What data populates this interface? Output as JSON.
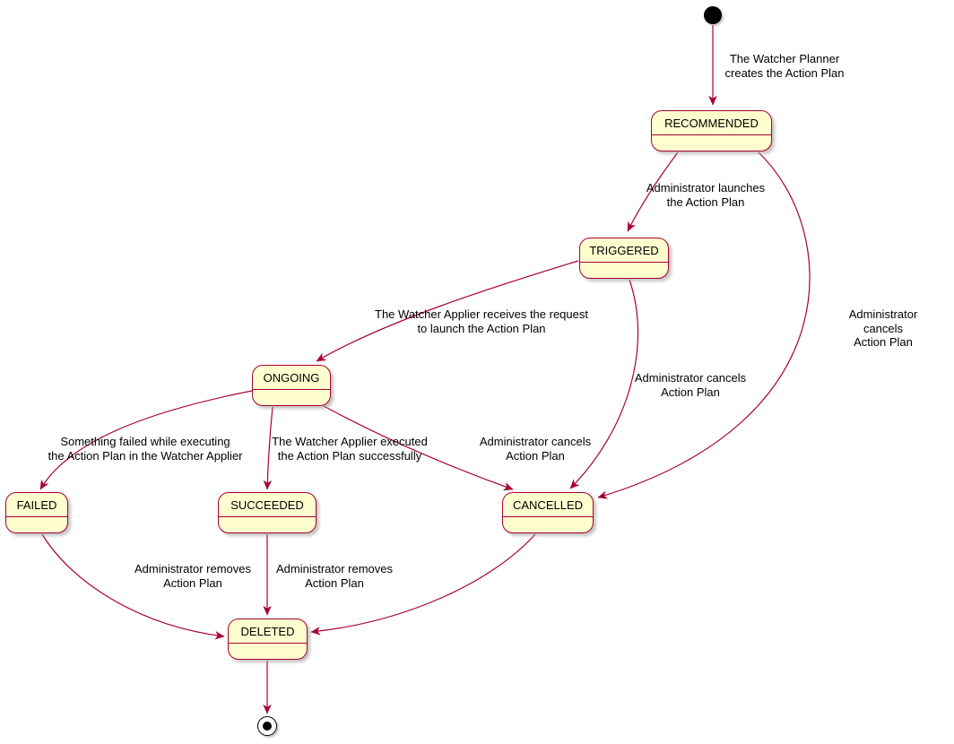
{
  "diagram": {
    "type": "state-machine",
    "colors": {
      "state_fill": "#FEFECE",
      "state_border": "#A80036",
      "edge": "#A80036",
      "background": "#FFFFFF"
    },
    "states": [
      {
        "id": "recommended",
        "label": "RECOMMENDED"
      },
      {
        "id": "triggered",
        "label": "TRIGGERED"
      },
      {
        "id": "ongoing",
        "label": "ONGOING"
      },
      {
        "id": "failed",
        "label": "FAILED"
      },
      {
        "id": "succeeded",
        "label": "SUCCEEDED"
      },
      {
        "id": "cancelled",
        "label": "CANCELLED"
      },
      {
        "id": "deleted",
        "label": "DELETED"
      }
    ],
    "transitions": [
      {
        "from": "start",
        "to": "RECOMMENDED",
        "label": "The Watcher Planner\ncreates the Action Plan"
      },
      {
        "from": "RECOMMENDED",
        "to": "TRIGGERED",
        "label": "Administrator launches\nthe Action Plan"
      },
      {
        "from": "TRIGGERED",
        "to": "ONGOING",
        "label": "The Watcher Applier receives the request\nto launch the Action Plan"
      },
      {
        "from": "ONGOING",
        "to": "FAILED",
        "label": "Something failed while executing\nthe Action Plan in the Watcher Applier"
      },
      {
        "from": "ONGOING",
        "to": "SUCCEEDED",
        "label": "The Watcher Applier executed\nthe Action Plan successfully"
      },
      {
        "from": "ONGOING",
        "to": "CANCELLED",
        "label": "Administrator cancels\nAction Plan"
      },
      {
        "from": "TRIGGERED",
        "to": "CANCELLED",
        "label": "Administrator cancels\nAction Plan"
      },
      {
        "from": "RECOMMENDED",
        "to": "CANCELLED",
        "label": "Administrator cancels\nAction Plan"
      },
      {
        "from": "FAILED",
        "to": "DELETED",
        "label": "Administrator removes\nAction Plan"
      },
      {
        "from": "SUCCEEDED",
        "to": "DELETED",
        "label": "Administrator removes\nAction Plan"
      },
      {
        "from": "CANCELLED",
        "to": "DELETED",
        "label": ""
      },
      {
        "from": "DELETED",
        "to": "end",
        "label": ""
      }
    ]
  }
}
